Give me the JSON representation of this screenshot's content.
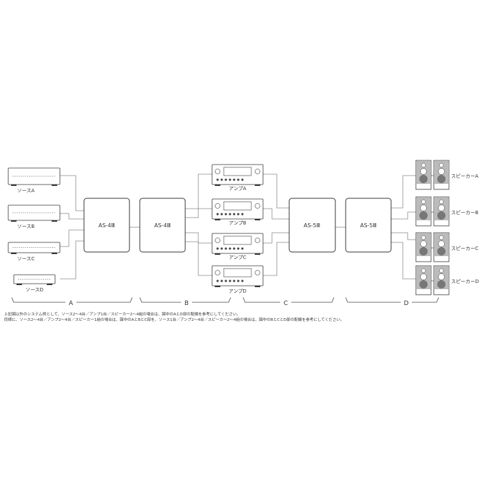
{
  "sources": [
    "ソースA",
    "ソースB",
    "ソースC",
    "ソースD"
  ],
  "amps": [
    "アンプA",
    "アンプB",
    "アンプC",
    "アンプD"
  ],
  "speakers": [
    "スピーカーA",
    "スピーカーB",
    "スピーカーC",
    "スピーカーD"
  ],
  "selectors": {
    "as4_a": "AS-4Ⅲ",
    "as4_b": "AS-4Ⅲ",
    "as5_a": "AS-5Ⅲ",
    "as5_b": "AS-5Ⅲ"
  },
  "sections": [
    "A",
    "B",
    "C",
    "D"
  ],
  "notes": [
    "上記図以外のシステム例として、ソース2〜4台／アンプ1台／スピーカー2〜4組の場合は、図中のAとD部の配線を参考にしてください。",
    "同様に、ソース2〜4台／アンプ2〜4台／スピーカー1組の場合は、図中のAとBとC部を、ソース1台／アンプ2〜4台／スピーカー2〜4組の場合は、図中のBとCとD部の配線を参考にしてください。"
  ],
  "colors": {
    "line": "#555",
    "wire": "#888",
    "woofer": "#777",
    "cabinet": "#bbb"
  }
}
